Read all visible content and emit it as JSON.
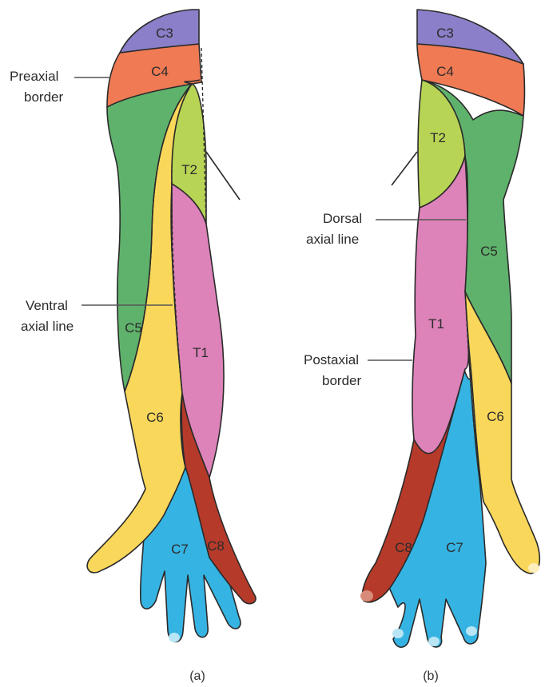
{
  "colors": {
    "C3": "#8a7fc8",
    "C4": "#ef7a54",
    "C5": "#5fb26b",
    "C6": "#f9d75a",
    "C7": "#35b4e3",
    "C8": "#b63a2a",
    "T1": "#dd83b9",
    "T2": "#b8d455",
    "nail": "#b9e5f4",
    "nail_c8": "#d98b79",
    "nail_c6": "#fcefbd"
  },
  "panel_a": {
    "caption": "(a)",
    "segments": {
      "C3": "C3",
      "C4": "C4",
      "T2": "T2",
      "C5": "C5",
      "T1": "T1",
      "C6": "C6",
      "C7": "C7",
      "C8": "C8"
    },
    "labels": {
      "preaxial_line1": "Preaxial",
      "preaxial_line2": "border",
      "ventral_line1": "Ventral",
      "ventral_line2": "axial line"
    }
  },
  "panel_b": {
    "caption": "(b)",
    "segments": {
      "C3": "C3",
      "C4": "C4",
      "T2": "T2",
      "C5": "C5",
      "T1": "T1",
      "C6": "C6",
      "C7": "C7",
      "C8": "C8"
    },
    "labels": {
      "dorsal_line1": "Dorsal",
      "dorsal_line2": "axial line",
      "postaxial_line1": "Postaxial",
      "postaxial_line2": "border"
    }
  }
}
